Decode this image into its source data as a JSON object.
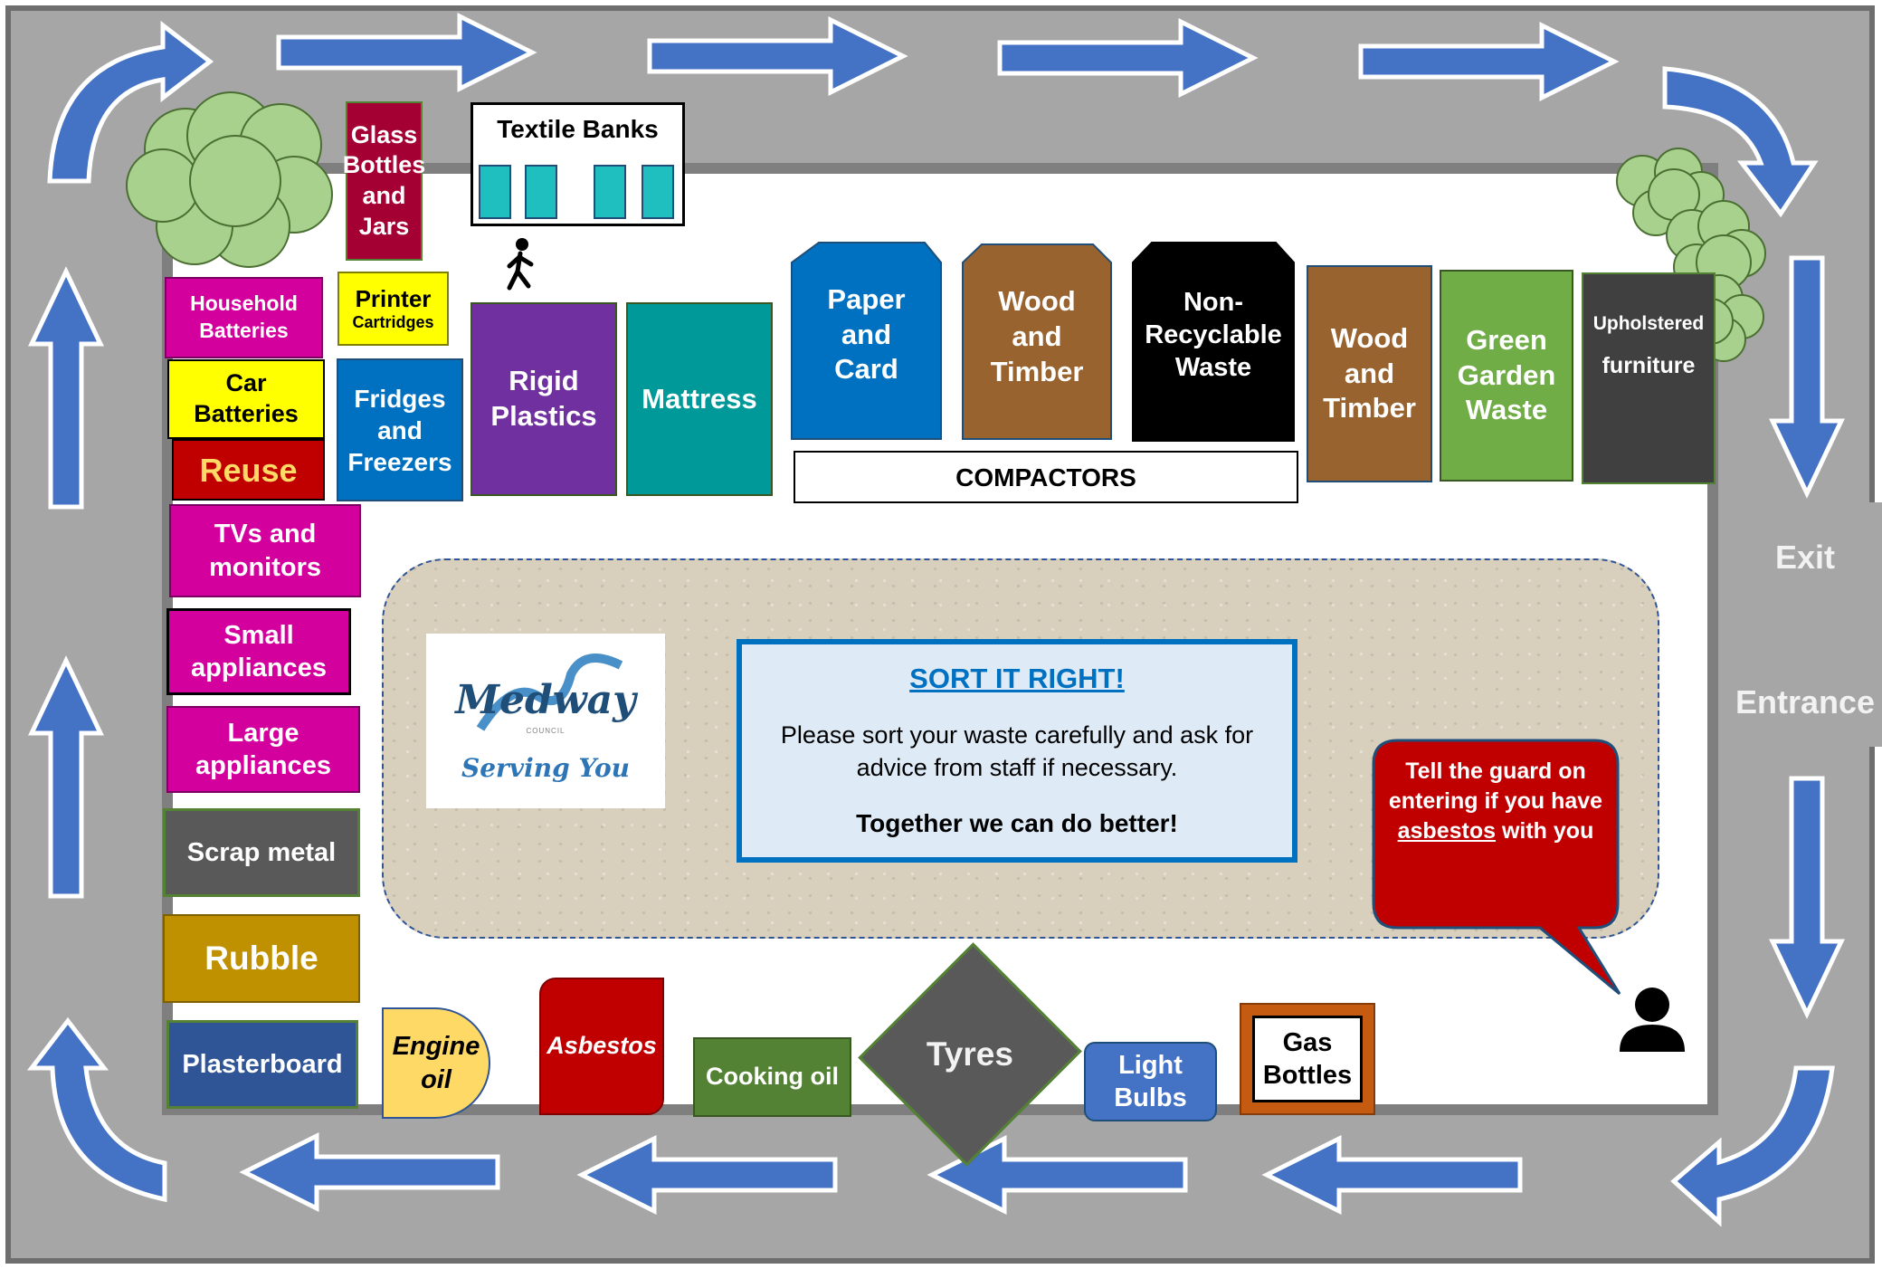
{
  "colors": {
    "road": "#a6a6a6",
    "arrow": "#4472c4",
    "magenta": "#d3009e",
    "yellow": "#ffff00",
    "red": "#c00000",
    "tree": "#a9d18e",
    "teal_bank": "#1fbfbf"
  },
  "gate": {
    "exit_label": "Exit",
    "entrance_label": "Entrance"
  },
  "textile": {
    "title": "Textile Banks"
  },
  "icons": {
    "pedestrian": "walking-person-icon",
    "guard": "person-icon"
  },
  "bins": {
    "glass": "Glass\nBottles\nand\nJars",
    "household_batteries": "Household\nBatteries",
    "printer_title": "Printer",
    "printer_sub": "Cartridges",
    "car_batteries": "Car\nBatteries",
    "reuse": "Reuse",
    "fridges": "Fridges\nand\nFreezers",
    "rigid_plastics": "Rigid\nPlastics",
    "mattress": "Mattress",
    "tvs": "TVs and\nmonitors",
    "small_appliances": "Small\nappliances",
    "large_appliances": "Large\nappliances",
    "scrap_metal": "Scrap metal",
    "rubble": "Rubble",
    "plasterboard": "Plasterboard",
    "engine_oil": "Engine\noil",
    "asbestos": "Asbestos",
    "cooking_oil": "Cooking oil",
    "tyres": "Tyres",
    "light_bulbs": "Light\nBulbs",
    "gas_bottles": "Gas\nBottles"
  },
  "compactors": {
    "paper": "Paper\nand\nCard",
    "wood1": "Wood\nand\nTimber",
    "nonrecyclable": "Non-\nRecyclable\nWaste",
    "label": "COMPACTORS"
  },
  "right_bins": {
    "wood2": "Wood\nand\nTimber",
    "green_garden": "Green\nGarden\nWaste",
    "upholstered_title": "Upholstered",
    "upholstered_sub": "furniture"
  },
  "logo": {
    "name": "Medway",
    "council": "COUNCIL",
    "slogan": "Serving You"
  },
  "notice": {
    "heading": "SORT IT RIGHT!",
    "body": "Please sort your waste carefully and ask for advice from staff if necessary.",
    "footer": "Together we can do better!"
  },
  "guard_bubble": {
    "line1": "Tell the guard on entering if you have",
    "highlight": "asbestos",
    "line2": "with you"
  }
}
